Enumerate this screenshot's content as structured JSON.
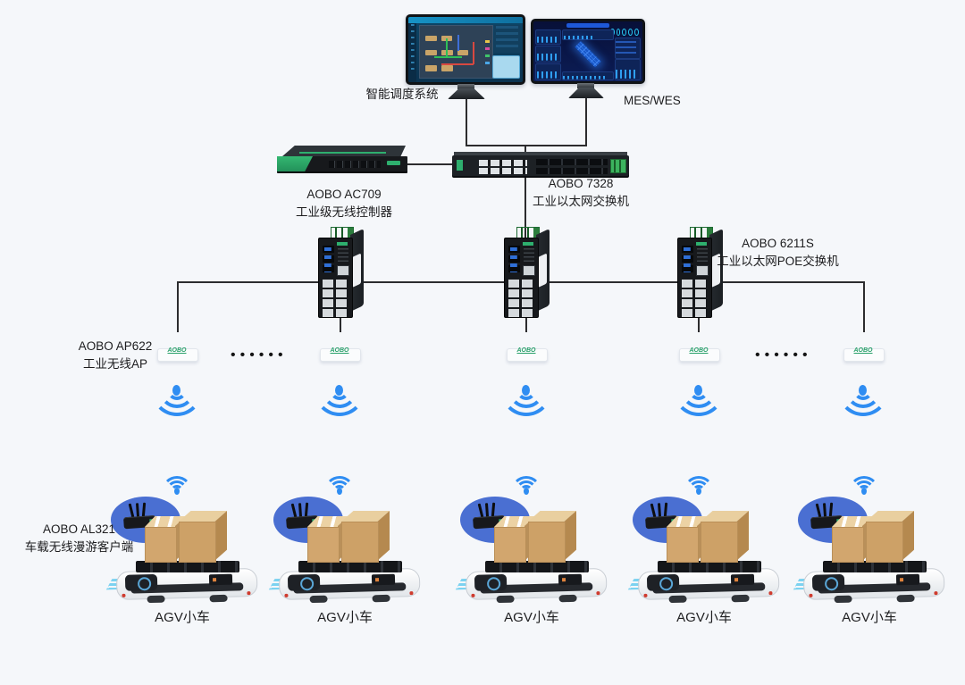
{
  "labels": {
    "scheduler": "智能调度系统",
    "mes": "MES/WES",
    "agv": "AGV小车",
    "dots": "••••••"
  },
  "devices": {
    "controller": {
      "model": "AOBO AC709",
      "type": "工业级无线控制器"
    },
    "core_switch": {
      "model": "AOBO 7328",
      "type": "工业以太网交换机"
    },
    "poe_switch": {
      "model": "AOBO 6211S",
      "type": "工业以太网POE交换机"
    },
    "access_point": {
      "model": "AOBO AP622",
      "type": "工业无线AP",
      "logo": "AOBO"
    },
    "client": {
      "model": "AOBO AL321",
      "type": "车载无线漫游客户端"
    }
  },
  "counts": {
    "agv_vehicles": 5,
    "access_points": 5,
    "poe_switches": 3,
    "wifi_signals": 5
  },
  "colors": {
    "background": "#f5f7fa",
    "line": "#2c2c2e",
    "brand_green": "#2eaf6e",
    "wifi_blue": "#2f8df2",
    "bubble_blue": "#4a6fd2",
    "box_tan": "#d2a66e",
    "text": "#1c1c1e"
  }
}
